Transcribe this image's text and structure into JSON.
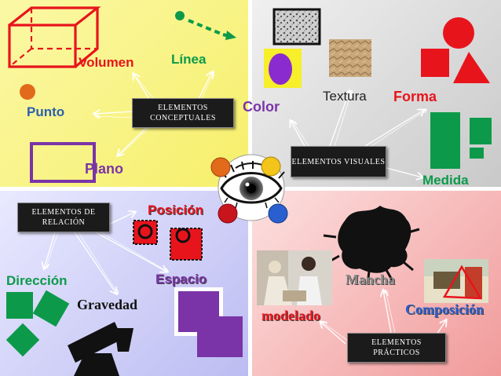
{
  "boxes": {
    "conceptuales": "ELEMENTOS CONCEPTUALES",
    "visuales": "ELEMENTOS VISUALES",
    "relacion": "ELEMENTOS DE RELACIÓN",
    "practicos": "ELEMENTOS PRÁCTICOS"
  },
  "labels": {
    "volumen": "Volumen",
    "linea": "Línea",
    "punto": "Punto",
    "plano": "Plano",
    "color": "Color",
    "textura": "Textura",
    "forma": "Forma",
    "medida": "Medida",
    "posicion": "Posición",
    "direccion": "Dirección",
    "espacio": "Espacio",
    "gravedad": "Gravedad",
    "mancha": "Mancha",
    "composicion": "Composición",
    "modelado": "modelado"
  },
  "colors": {
    "red": "#e8141c",
    "orange_red": "#e63b1a",
    "blue": "#2a5fb0",
    "teal": "#2aa08c",
    "purple": "#7a34a8",
    "green": "#0c9a4a",
    "gray_text": "#8a8a8a",
    "yellow_bg": "#f6ef6a",
    "gray_bg": "#d0d0d0",
    "blue_bg": "#c4c4f5",
    "pink_bg": "#f3a8a8"
  },
  "icons": [
    "eye-icon",
    "cube-icon",
    "dot-icon",
    "square-outline-icon",
    "texture-icon",
    "circle-icon",
    "triangle-icon",
    "silhouette-icon"
  ]
}
